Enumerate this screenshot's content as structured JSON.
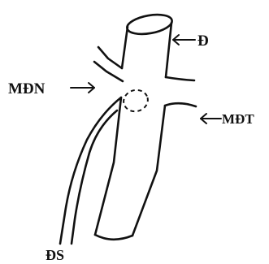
{
  "labels": {
    "top_right": "Đ",
    "left": "MĐN",
    "right": "MĐT",
    "bottom": "ĐS"
  },
  "colors": {
    "ink": "#111111",
    "background": "#ffffff"
  }
}
